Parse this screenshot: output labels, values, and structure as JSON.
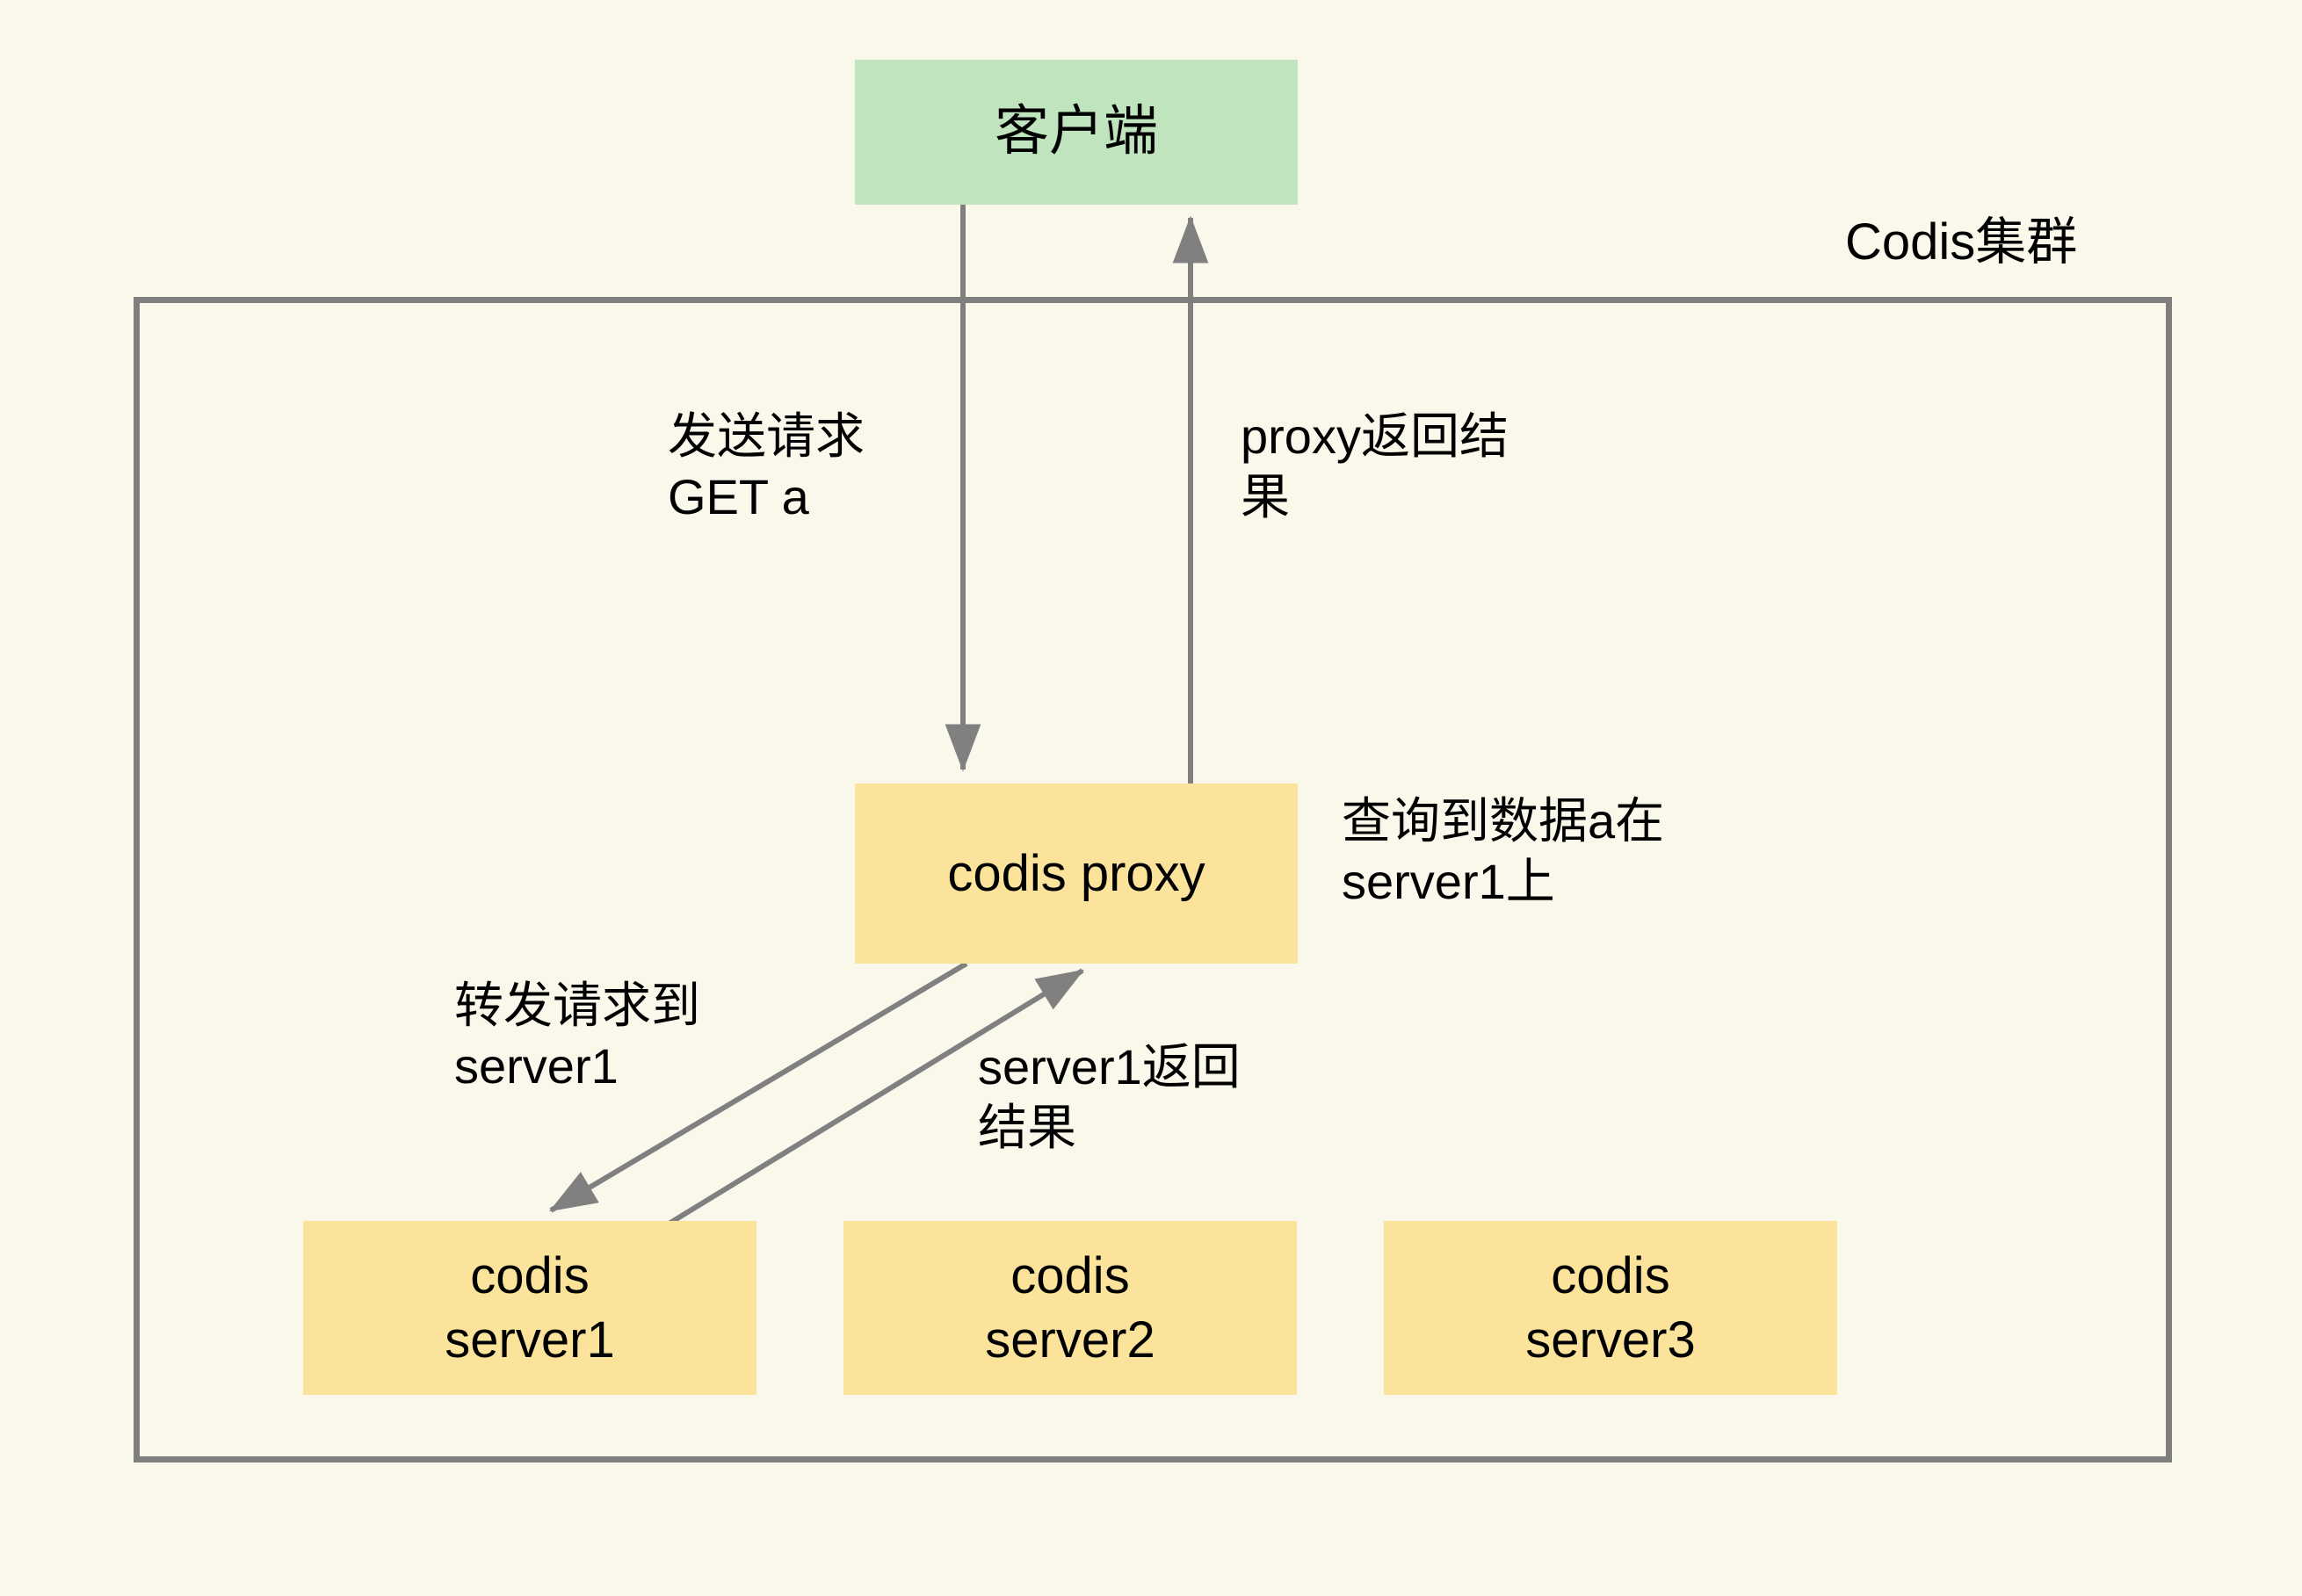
{
  "diagram": {
    "title": "Codis集群",
    "background_color": "#FAF7EB",
    "border_color": "#7F7F7F",
    "arrow_color": "#808080",
    "nodes": {
      "client": {
        "label": "客户端",
        "color": "#BFE4BE"
      },
      "proxy": {
        "label": "codis proxy",
        "color": "#FCE39B"
      },
      "server1": {
        "label": "codis\nserver1",
        "color": "#FCE39B"
      },
      "server2": {
        "label": "codis\nserver2",
        "color": "#FCE39B"
      },
      "server3": {
        "label": "codis\nserver3",
        "color": "#FCE39B"
      }
    },
    "edge_labels": {
      "send_request": "发送请求\nGET a",
      "proxy_return": "proxy返回结\n果",
      "lookup_result": "查询到数据a在\nserver1上",
      "forward_request": "转发请求到\nserver1",
      "server_return": "server1返回\n结果"
    }
  }
}
